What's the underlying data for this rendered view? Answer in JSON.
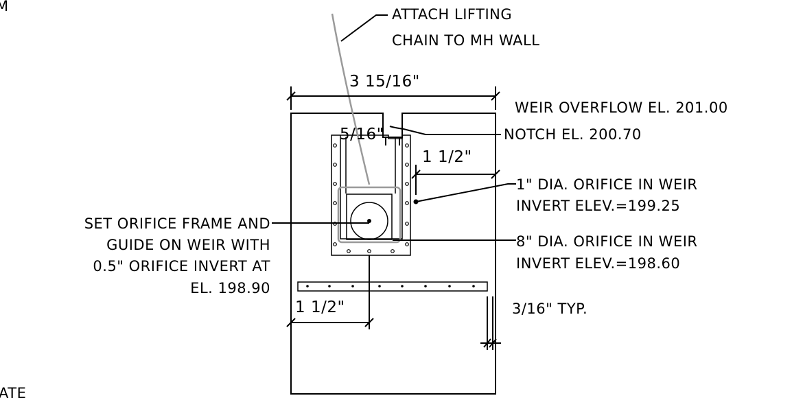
{
  "labels": {
    "partial_top": "M",
    "partial_bottom": "ATE",
    "attach_line1": "ATTACH LIFTING",
    "attach_line2": "CHAIN TO MH WALL",
    "overall_width": "3 15/16\"",
    "weir_overflow": "WEIR OVERFLOW EL. 201.00",
    "notch_width": "5/16\"",
    "notch_el": "NOTCH EL. 200.70",
    "orifice_1_offset": "1 1/2\"",
    "orifice_1_line1": "1\" DIA. ORIFICE IN WEIR",
    "orifice_1_line2": "INVERT ELEV.=199.25",
    "set_line1": "SET ORIFICE FRAME AND",
    "set_line2": "GUIDE ON WEIR WITH",
    "set_line3": "0.5\" ORIFICE INVERT AT",
    "set_line4": "EL. 198.90",
    "orifice_8_line1": "8\" DIA. ORIFICE IN WEIR",
    "orifice_8_line2": "INVERT ELEV.=198.60",
    "bottom_offset": "1 1/2\"",
    "typ_gap": "3/16\" TYP."
  }
}
